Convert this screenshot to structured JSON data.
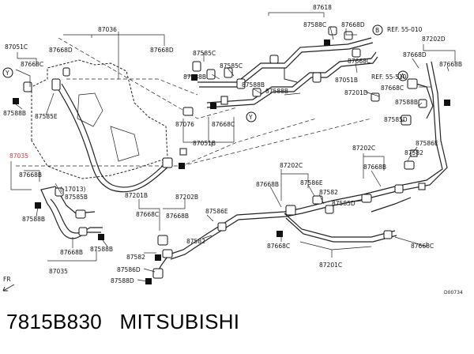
{
  "caption": {
    "part_number": "7815B830",
    "brand": "MITSUBISHI"
  },
  "diagram": {
    "figure_code": "D00734",
    "front_mark": "FR",
    "references": [
      "REF. 55-010",
      "REF. 55-510",
      "(-17013)"
    ],
    "connector_letters": [
      "B",
      "A",
      "Y",
      "Y"
    ],
    "callouts": [
      "87036",
      "87051C",
      "87668D",
      "87668D",
      "87668C",
      "87588B",
      "87585E",
      "87035",
      "87668B",
      "87588B",
      "87585B",
      "87668B",
      "87588B",
      "87035",
      "87585C",
      "87588B",
      "87585C",
      "87588B",
      "87076",
      "87668C",
      "87051B",
      "87618",
      "87588C",
      "87668D",
      "87668C",
      "87051B",
      "87588B",
      "87201D",
      "87202D",
      "87668D",
      "87668B",
      "87668C",
      "87588B",
      "87585D",
      "87586E",
      "87582",
      "87202C",
      "87668B",
      "87202C",
      "87668B",
      "87586E",
      "87582",
      "87585D",
      "87201B",
      "87668C",
      "87202B",
      "87668B",
      "87586E",
      "87582",
      "87582",
      "87586D",
      "87588D",
      "87668C",
      "87201C",
      "87668C"
    ]
  }
}
